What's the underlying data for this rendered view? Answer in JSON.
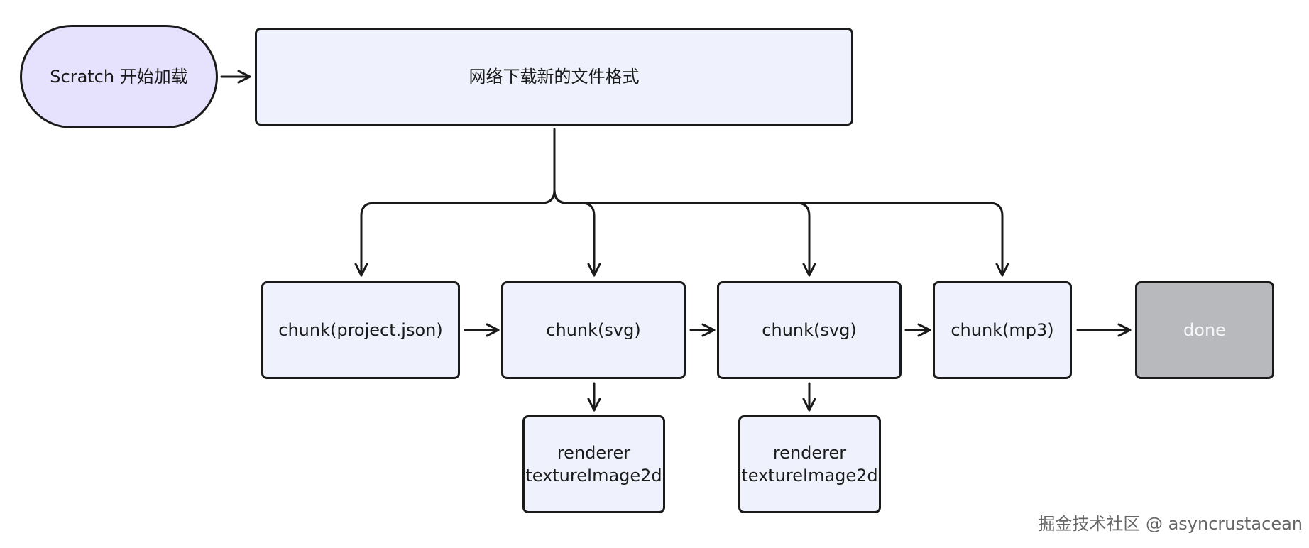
{
  "nodes": {
    "start": "Scratch 开始加载",
    "download": "网络下载新的文件格式",
    "chunk_project_json": "chunk(project.json)",
    "chunk_svg_1": "chunk(svg)",
    "chunk_svg_2": "chunk(svg)",
    "chunk_mp3": "chunk(mp3)",
    "done": "done",
    "renderer_1": {
      "line1": "renderer",
      "line2": "textureImage2d"
    },
    "renderer_2": {
      "line1": "renderer",
      "line2": "textureImage2d"
    }
  },
  "watermark": "掘金技术社区 @ asyncrustacean",
  "colors": {
    "start_fill": "#e6e2fd",
    "node_fill": "#eff2fc",
    "done_fill": "#b7b9bc",
    "stroke": "#1a1a1a"
  }
}
